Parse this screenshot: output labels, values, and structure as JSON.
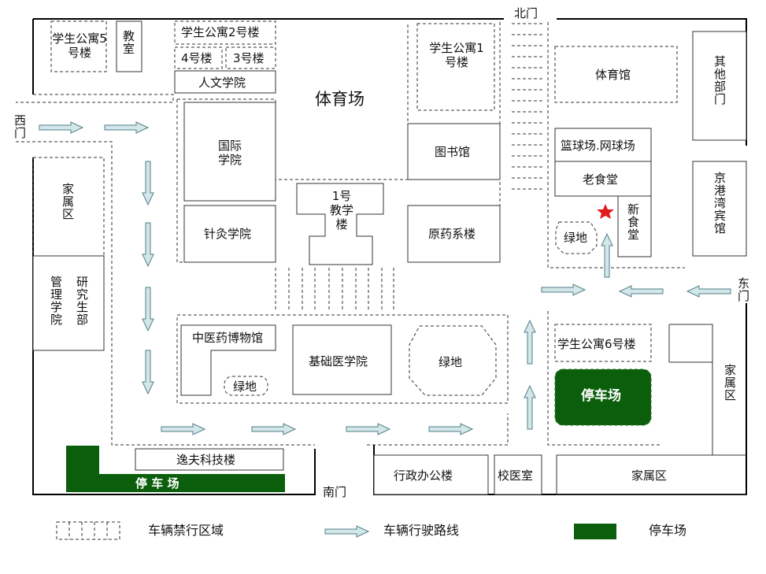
{
  "gates": {
    "north": "北门",
    "south": "南门",
    "west": "西门",
    "east": "东门",
    "other": "其他部门"
  },
  "buildings": {
    "dorm5": "学生公寓5号楼",
    "classroom": "教室",
    "dorm2": "学生公寓2号楼",
    "b4": "4号楼",
    "b3": "3号楼",
    "humanities": "人文学院",
    "stadium": "体育场",
    "dorm1": "学生公寓1号楼",
    "gym": "体育馆",
    "intl": "国际学院",
    "library": "图书馆",
    "courts": "篮球场.网球场",
    "old_canteen": "老食堂",
    "new_canteen": "新食堂",
    "family_west": "家属区",
    "teach1": "1号教学楼",
    "acupuncture": "针灸学院",
    "pharmacy": "原药系楼",
    "hotel": "京港湾宾馆",
    "green_east": "绿地",
    "mgmt": "管理学院",
    "grad": "研究生部",
    "museum": "中医药博物馆",
    "basic_med": "基础医学院",
    "green_center": "绿地",
    "green_small": "绿地",
    "dorm6": "学生公寓6号楼",
    "parking_main": "停车场",
    "family_east": "家属区",
    "yifu": "逸夫科技楼",
    "parking_bottom": "停 车 场",
    "admin": "行政办公楼",
    "clinic": "校医室",
    "family_south": "家属区"
  },
  "legend": {
    "restricted": "车辆禁行区域",
    "route": "车辆行驶路线",
    "parking": "停车场"
  },
  "colors": {
    "parking": "#0b5e0b",
    "arrow_fill": "#d3e6ea",
    "arrow_stroke": "#4f7f87",
    "star": "#e21a1a"
  },
  "icons": [
    "route-arrow-icon",
    "star-icon"
  ]
}
